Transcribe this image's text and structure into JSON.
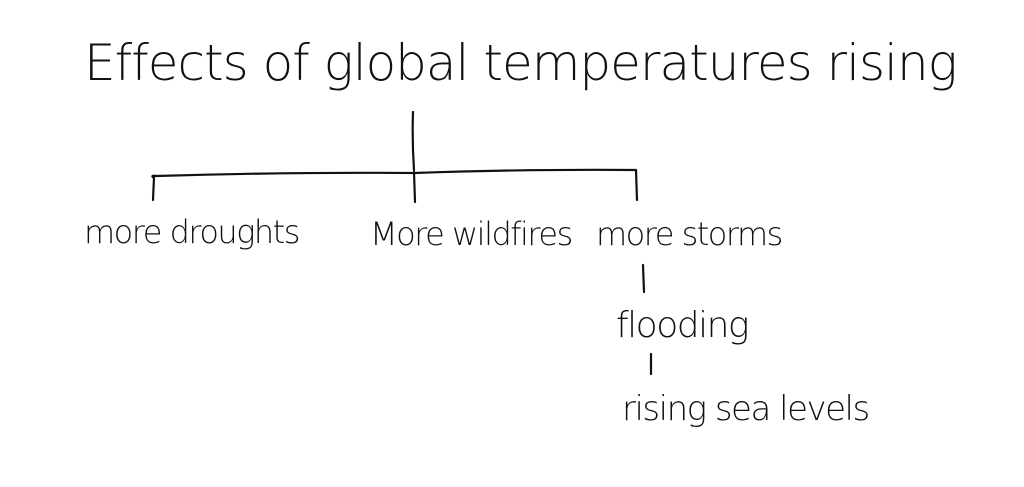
{
  "diagram": {
    "title": "Effects of global temperatures rising",
    "branches": [
      {
        "id": "droughts",
        "label": "more droughts"
      },
      {
        "id": "wildfires",
        "label": "More wildfires"
      },
      {
        "id": "storms",
        "label": "more storms",
        "chain": [
          {
            "id": "flooding",
            "label": "flooding"
          },
          {
            "id": "sea-levels",
            "label": "rising sea levels"
          }
        ]
      }
    ],
    "ink_color": "#111111",
    "background_color": "#ffffff"
  }
}
